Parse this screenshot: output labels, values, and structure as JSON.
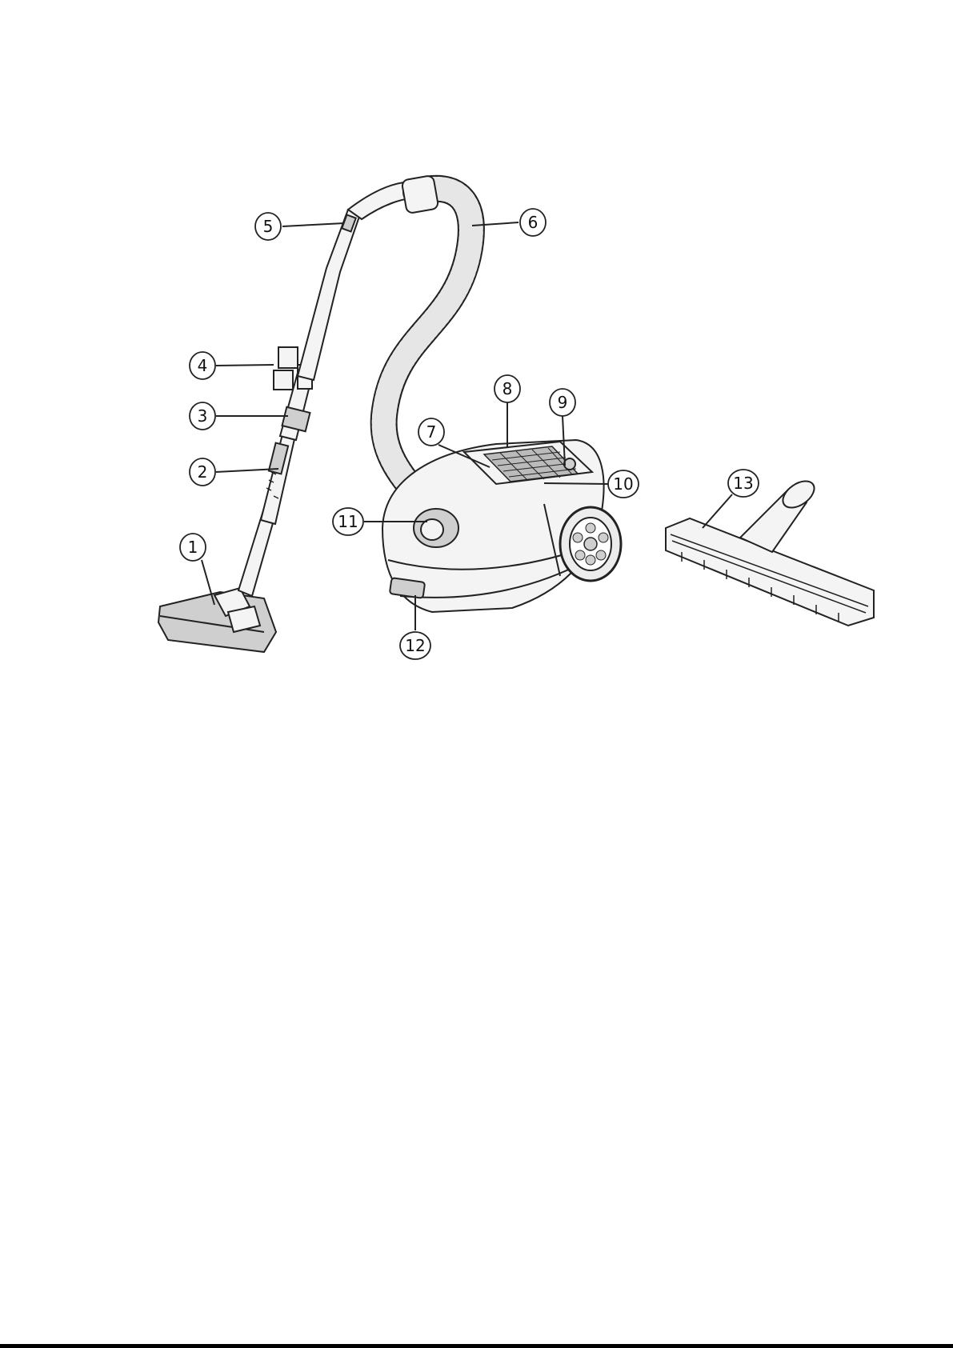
{
  "callouts": [
    {
      "id": "1",
      "label": "1"
    },
    {
      "id": "2",
      "label": "2"
    },
    {
      "id": "3",
      "label": "3"
    },
    {
      "id": "4",
      "label": "4"
    },
    {
      "id": "5",
      "label": "5"
    },
    {
      "id": "6",
      "label": "6"
    },
    {
      "id": "7",
      "label": "7"
    },
    {
      "id": "8",
      "label": "8"
    },
    {
      "id": "9",
      "label": "9"
    },
    {
      "id": "10",
      "label": "10"
    },
    {
      "id": "11",
      "label": "11"
    },
    {
      "id": "12",
      "label": "12"
    },
    {
      "id": "13",
      "label": "13"
    }
  ],
  "colors": {
    "line": "#222222",
    "background": "#ffffff"
  }
}
